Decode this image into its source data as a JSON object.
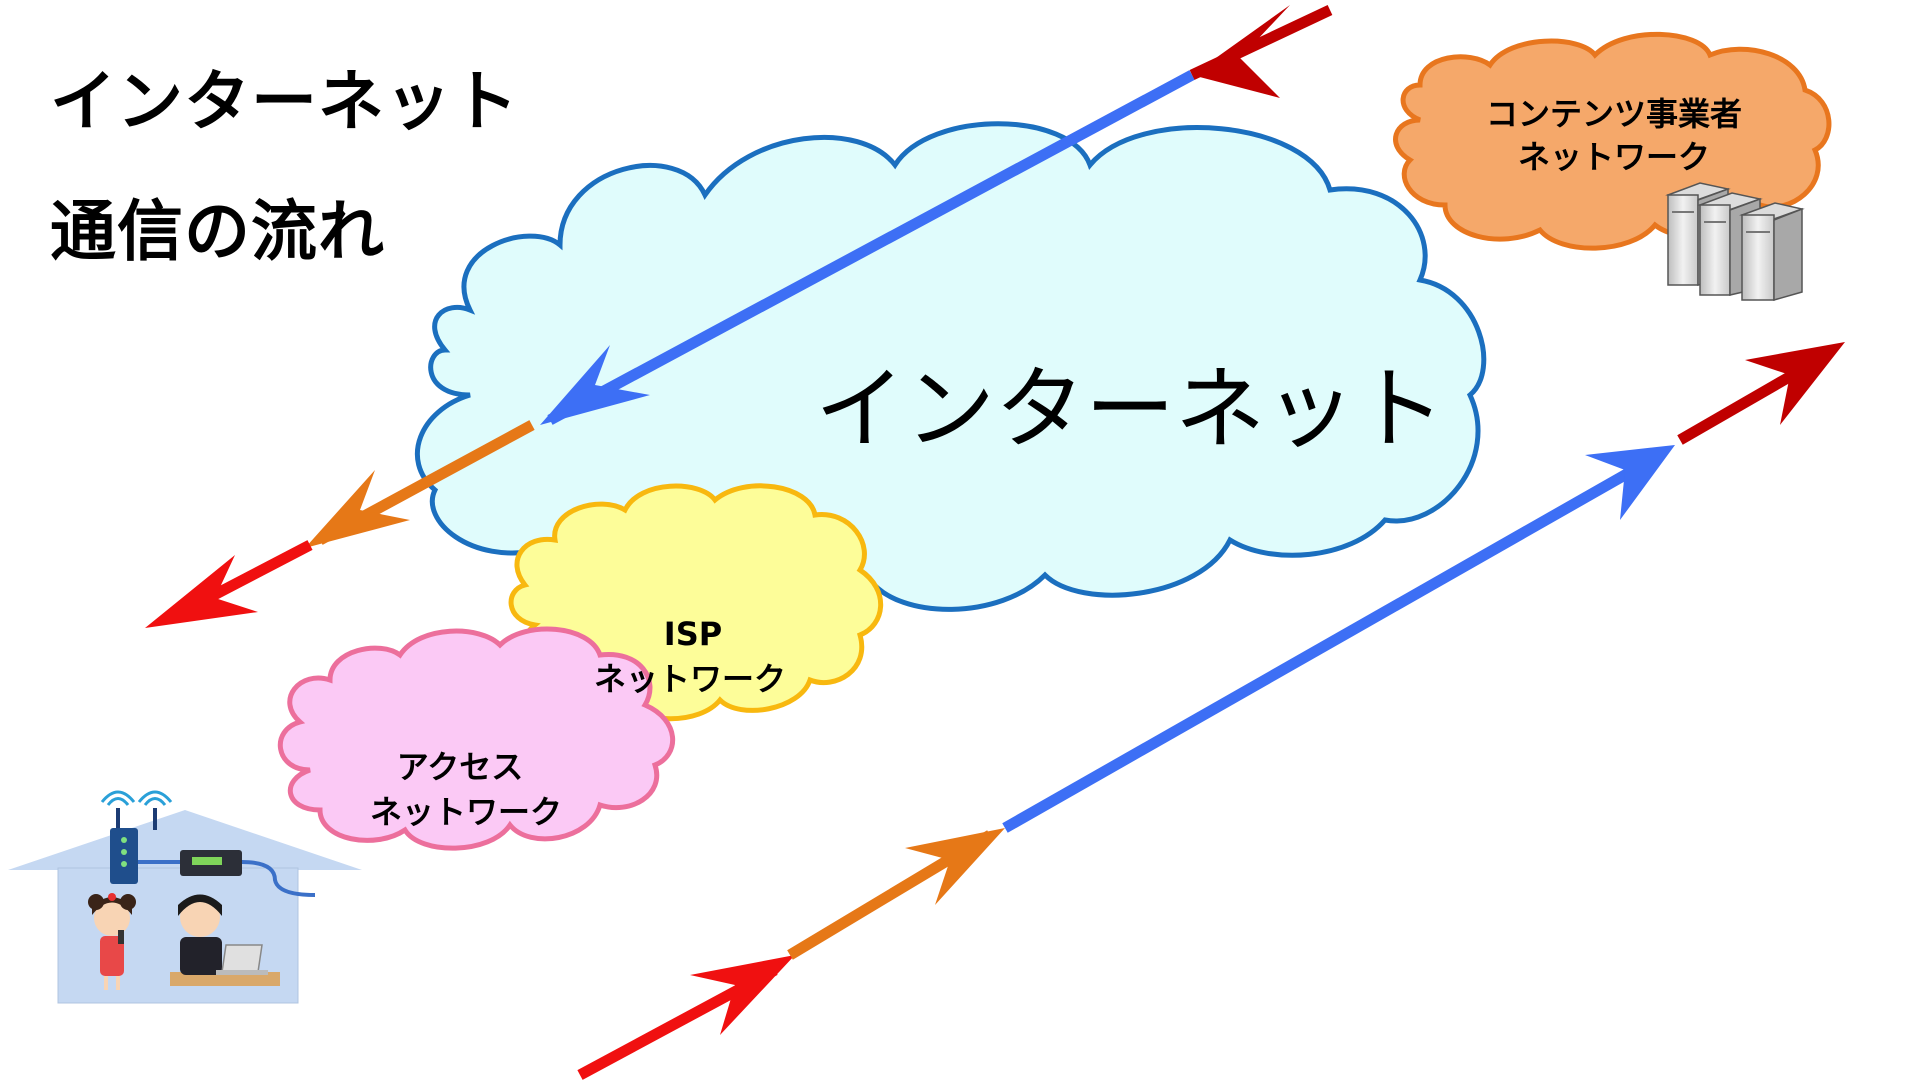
{
  "title": {
    "line1": "インターネット",
    "line2": "通信の流れ"
  },
  "labels": {
    "internet": "インターネット",
    "content_line1": "コンテンツ事業者",
    "content_line2": "ネットワーク",
    "isp_line1": "ISP",
    "isp_line2": "ネットワーク",
    "access_line1": "アクセス",
    "access_line2": "ネットワーク"
  },
  "colors": {
    "internet_cloud_fill": "#e0fcfc",
    "internet_cloud_stroke": "#1b6fbf",
    "content_cloud_fill": "#f5a86a",
    "content_cloud_stroke": "#e8761e",
    "isp_cloud_fill": "#fdfd99",
    "isp_cloud_stroke": "#f8b80f",
    "access_cloud_fill": "#fbc9f5",
    "access_cloud_stroke": "#ec6f9c",
    "arrow_red": "#f01010",
    "arrow_darkred": "#c00000",
    "arrow_orange": "#e67817",
    "arrow_blue": "#3d6ff5"
  },
  "icons": [
    "house-icon",
    "wifi-router-icon",
    "modem-icon",
    "girl-with-phone-icon",
    "boy-with-laptop-icon",
    "server-rack-icon"
  ]
}
